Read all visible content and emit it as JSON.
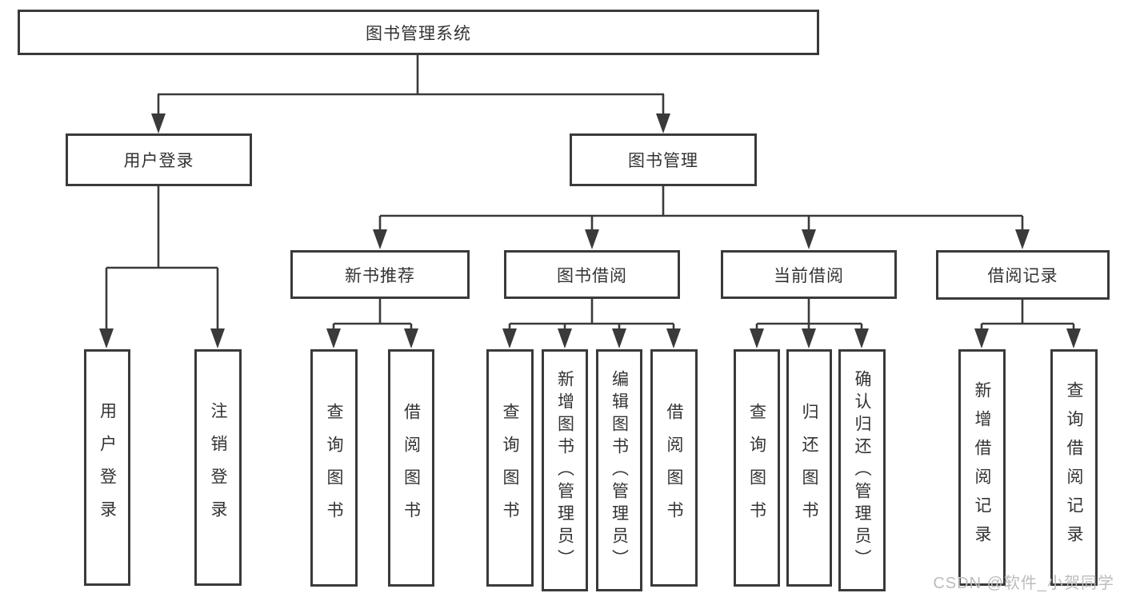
{
  "tree": {
    "label": "图书管理系统",
    "children": [
      {
        "label": "用户登录",
        "children": [
          {
            "label": "用户登录"
          },
          {
            "label": "注销登录"
          }
        ]
      },
      {
        "label": "图书管理",
        "children": [
          {
            "label": "新书推荐",
            "children": [
              {
                "label": "查询图书"
              },
              {
                "label": "借阅图书"
              }
            ]
          },
          {
            "label": "图书借阅",
            "children": [
              {
                "label": "查询图书"
              },
              {
                "label": "新增图书（管理员）"
              },
              {
                "label": "编辑图书（管理员）"
              },
              {
                "label": "借阅图书"
              }
            ]
          },
          {
            "label": "当前借阅",
            "children": [
              {
                "label": "查询图书"
              },
              {
                "label": "归还图书"
              },
              {
                "label": "确认归还（管理员）"
              }
            ]
          },
          {
            "label": "借阅记录",
            "children": [
              {
                "label": "新增借阅记录"
              },
              {
                "label": "查询借阅记录"
              }
            ]
          }
        ]
      }
    ]
  },
  "watermark": "CSDN @软件_小贺同学",
  "colors": {
    "line": "#3a3a3a",
    "border": "#3a3a3a",
    "text": "#333333",
    "background": "#ffffff",
    "watermark": "#bcbcbc"
  }
}
